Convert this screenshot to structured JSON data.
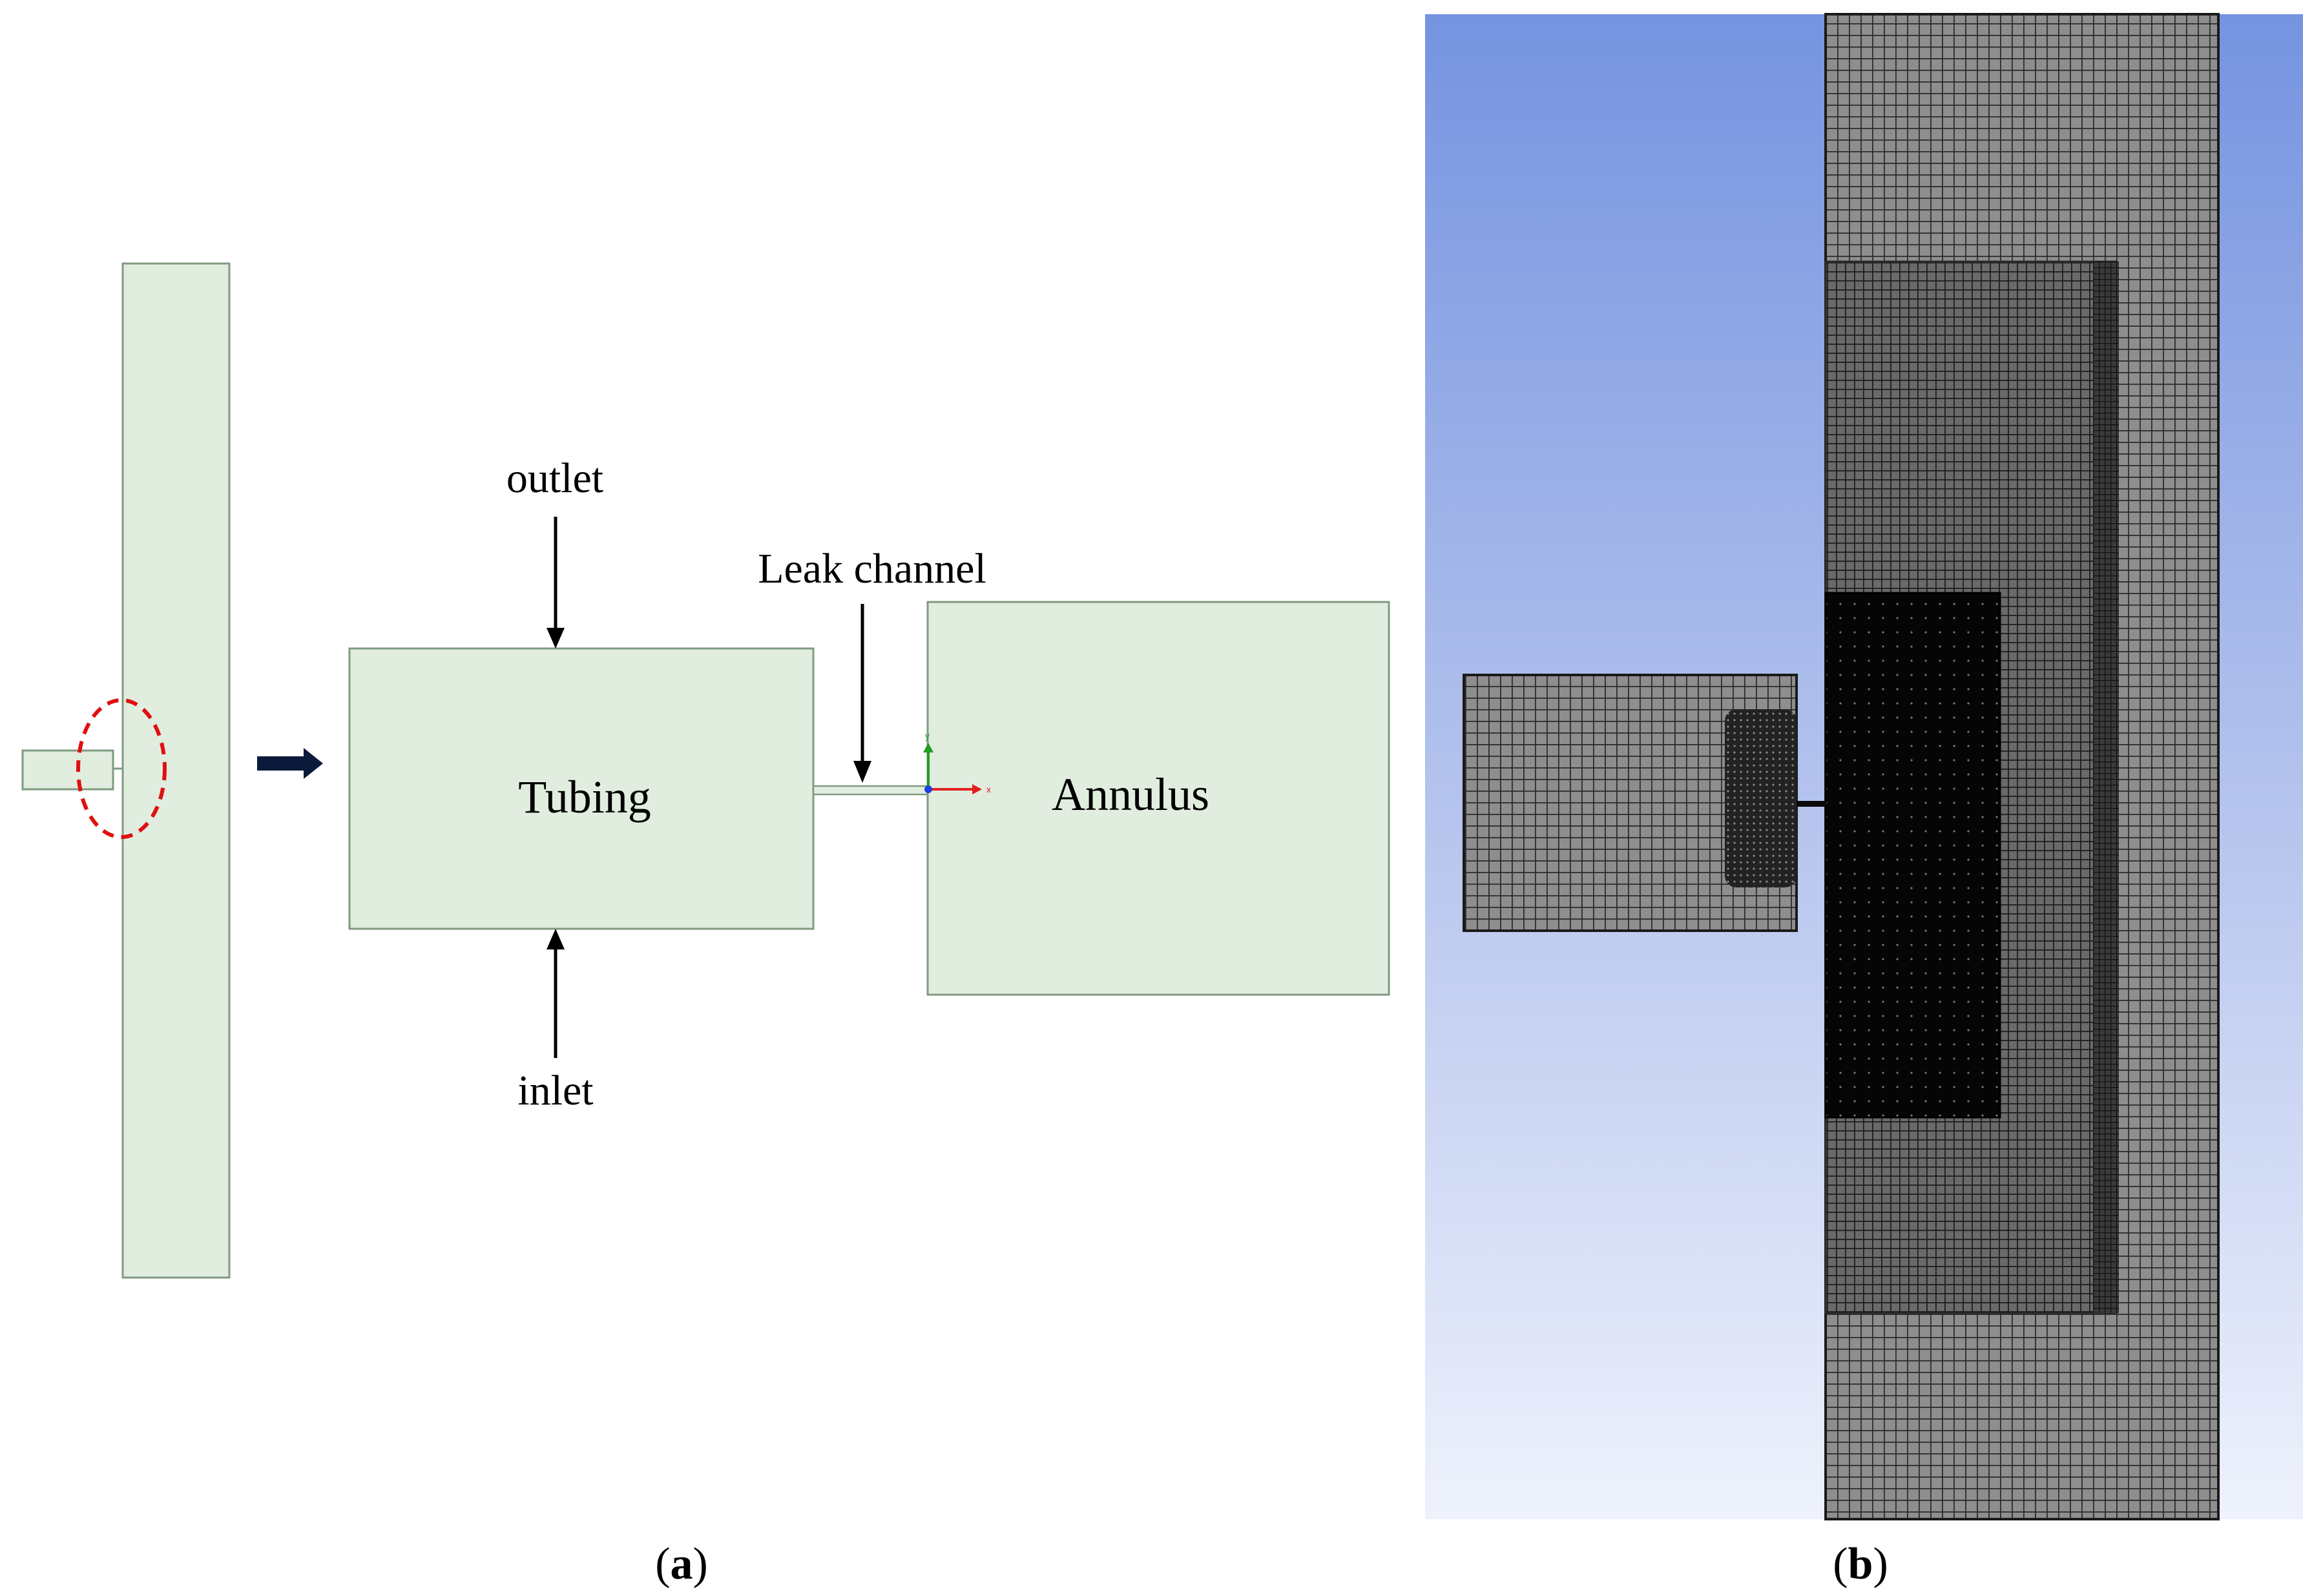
{
  "panel_a": {
    "caption_letter": "a",
    "labels": {
      "outlet": "outlet",
      "inlet": "inlet",
      "leak_channel": "Leak channel",
      "tubing": "Tubing",
      "annulus": "Annulus"
    },
    "axis_triad": {
      "x": "x",
      "y": "y"
    }
  },
  "panel_b": {
    "caption_letter": "b"
  },
  "colors": {
    "domain_fill": "#e1eddf",
    "domain_stroke": "#7f9a80",
    "highlight_dash": "#e01010",
    "mesh_bg_top": "#7593e0",
    "mesh_bg_bottom": "#eef2fc",
    "mesh_dark": "#2a2a2a",
    "axis_x": "#e02020",
    "axis_y": "#20a020",
    "axis_z": "#2040e0"
  }
}
